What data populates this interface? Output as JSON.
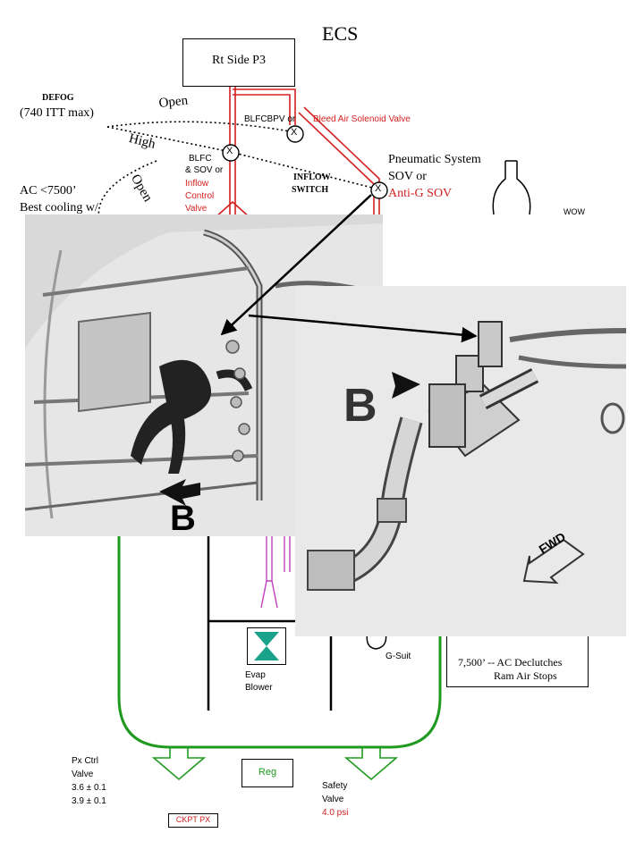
{
  "title": "ECS",
  "source_box": "Rt Side P3",
  "labels": {
    "defog": "DEFOG",
    "itt_max": "(740 ITT max)",
    "open_top": "Open",
    "high": "High",
    "open_left": "Open",
    "blfcbpv": "BLFCBPV or",
    "bleed_air_solenoid": "Bleed Air Solenoid Valve",
    "blfc_line1": "BLFC",
    "blfc_line2": "& SOV or",
    "inflow_ctrl_1": "Inflow",
    "inflow_ctrl_2": "Control",
    "inflow_ctrl_3": "Valve",
    "inflow_switch_1": "INFLOW",
    "inflow_switch_2": "SWITCH",
    "pneumatic_1": "Pneumatic System",
    "pneumatic_2": "SOV or",
    "anti_g": "Anti-G SOV",
    "ac_limit": "AC <7500’",
    "best_cooling": "Best cooling w/",
    "wow": "WOW",
    "g_suit": "G-Suit",
    "evap_1": "Evap",
    "evap_2": "Blower",
    "declutch_1": "7,500’ -- AC Declutches",
    "declutch_2": "Ram Air Stops",
    "px_ctrl_1": "Px Ctrl",
    "px_ctrl_2": "Valve",
    "px_ctrl_3": "3.6 ± 0.1",
    "px_ctrl_4": "3.9 ± 0.1",
    "reg": "Reg",
    "safety_1": "Safety",
    "safety_2": "Valve",
    "safety_3": "4.0 psi",
    "ckpt_px": "CKPT PX",
    "photo_callout_left": "B",
    "photo_callout_right": "B",
    "fwd": "FWD"
  },
  "valve_marks": [
    "X",
    "X",
    "X"
  ],
  "colors": {
    "red_line": "#d42020",
    "green_line": "#1f9a1f",
    "magenta_line": "#c040c0",
    "evap_teal": "#1aa38a"
  }
}
